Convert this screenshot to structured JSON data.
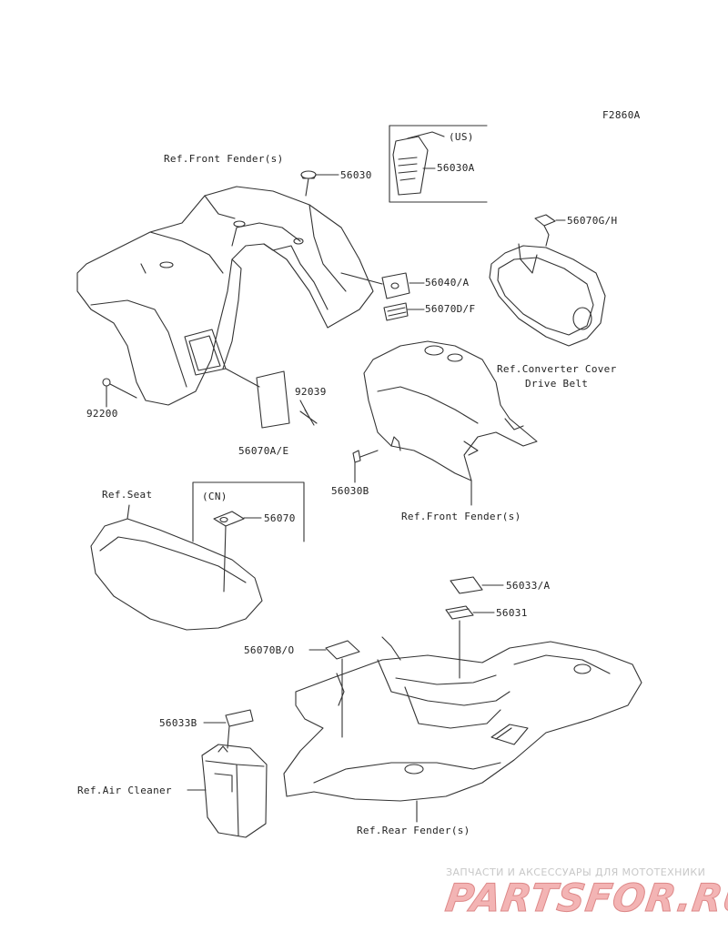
{
  "figure_code": "F2860A",
  "references": {
    "front_fender_top": "Ref.Front Fender(s)",
    "front_fender_bottom": "Ref.Front Fender(s)",
    "converter_cover": "Ref.Converter Cover",
    "drive_belt": "Drive Belt",
    "seat": "Ref.Seat",
    "air_cleaner": "Ref.Air Cleaner",
    "rear_fender": "Ref.Rear Fender(s)"
  },
  "regions": {
    "us": "(US)",
    "cn": "(CN)"
  },
  "parts": {
    "p56030": "56030",
    "p56030A": "56030A",
    "p56070GH": "56070G/H",
    "p56040A": "56040/A",
    "p56070DF": "56070D/F",
    "p92039": "92039",
    "p92200": "92200",
    "p56070AE": "56070A/E",
    "p56030B": "56030B",
    "p56070": "56070",
    "p56033A": "56033/A",
    "p56031": "56031",
    "p56070BO": "56070B/O",
    "p56033B": "56033B"
  },
  "watermark": {
    "caption": "ЗАПЧАСТИ И АКСЕССУАРЫ ДЛЯ МОТОТЕХНИКИ",
    "logo": "PARTSFOR.RU"
  },
  "colors": {
    "line": "#333333",
    "watermark_red": "#e07070"
  }
}
